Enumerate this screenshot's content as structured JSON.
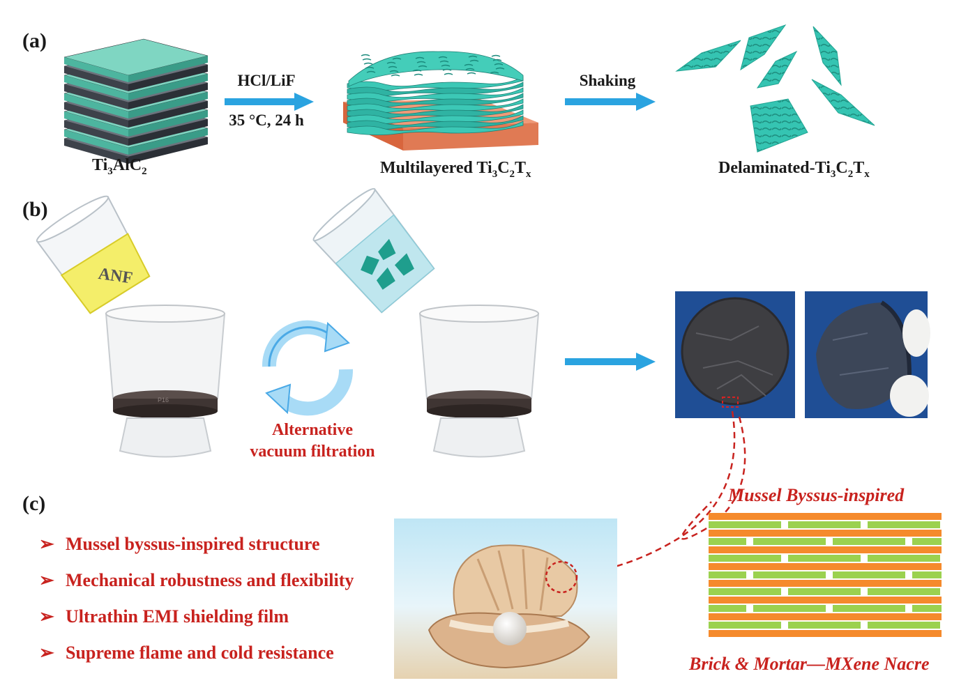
{
  "panel_a": {
    "label": "(a)",
    "step1": {
      "reagent": "HCl/LiF",
      "condition": "35 °C, 24 h"
    },
    "step2": {
      "process": "Shaking"
    },
    "material1": {
      "base": "Ti",
      "sub1": "3",
      "mid": "AlC",
      "sub2": "2"
    },
    "material2": {
      "prefix": "Multilayered Ti",
      "s1": "3",
      "c": "C",
      "s2": "2",
      "t": "T",
      "s3": "x"
    },
    "material3": {
      "prefix": "Delaminated-Ti",
      "s1": "3",
      "c": "C",
      "s2": "2",
      "t": "T",
      "s3": "x"
    }
  },
  "panel_b": {
    "label": "(b)",
    "beaker_label": "ANF",
    "cycle_caption_line1": "Alternative",
    "cycle_caption_line2": "vacuum filtration",
    "funnel_mark": "P16"
  },
  "panel_c": {
    "label": "(c)",
    "bullets": [
      "Mussel byssus-inspired structure",
      "Mechanical robustness and flexibility",
      "Ultrathin EMI shielding film",
      "Supreme flame and cold resistance"
    ],
    "bullet_marker": "➢",
    "structure_title": "Mussel Byssus-inspired",
    "structure_caption": "Brick & Mortar—MXene Nacre"
  },
  "colors": {
    "mxene_teal": "#2fbfae",
    "arrow_blue": "#2aa3e0",
    "text_red": "#c8221e",
    "substrate_orange": "#e07a54",
    "mortar_orange": "#f58a2c",
    "brick_green": "#9bd14f",
    "anf_yellow": "#f4ee6a"
  }
}
